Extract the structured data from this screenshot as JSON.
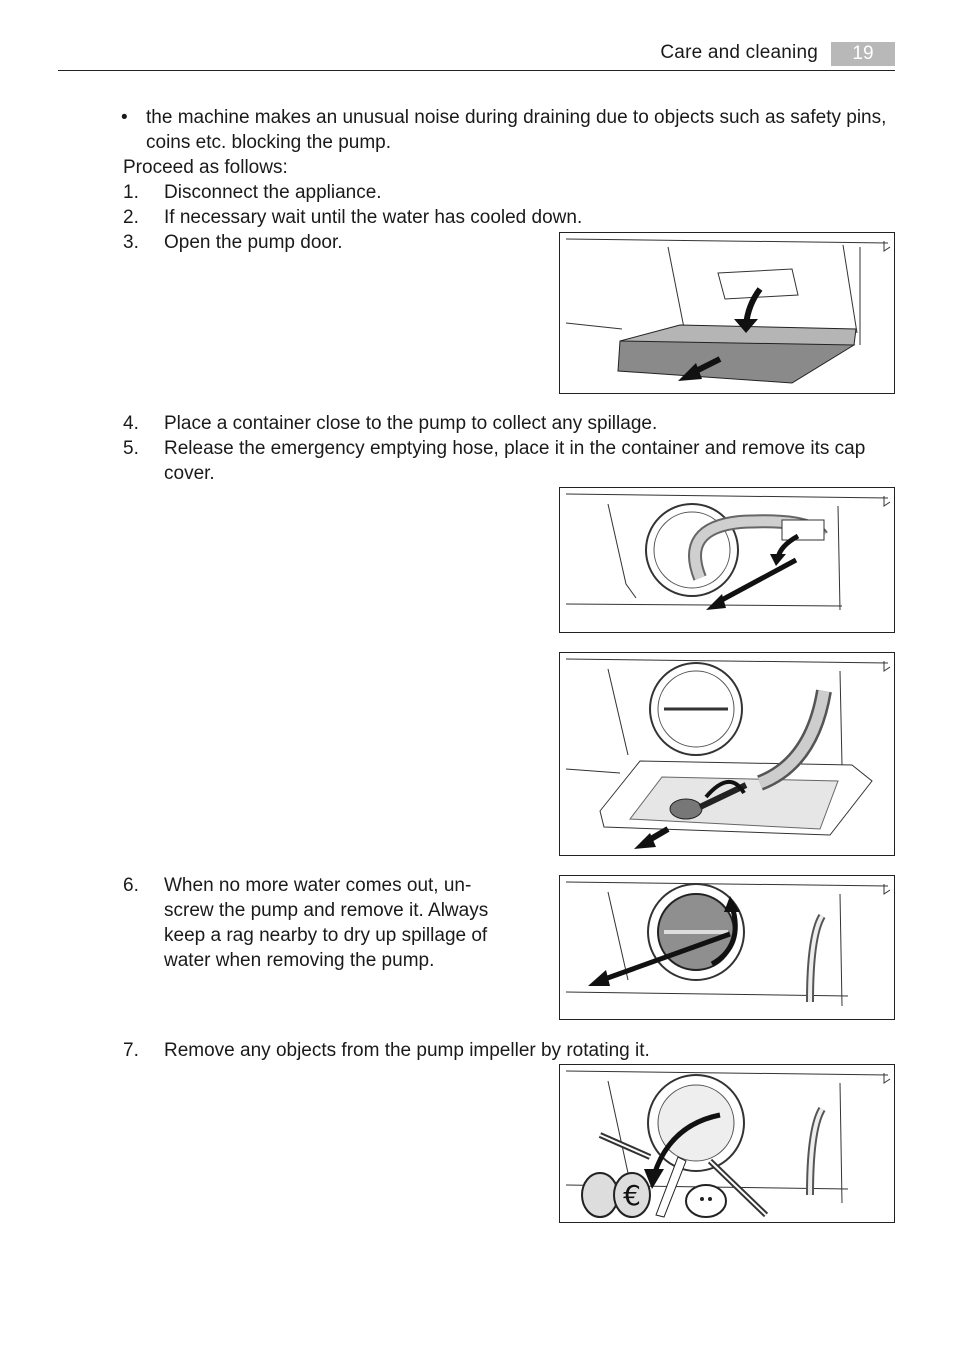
{
  "header": {
    "section_title": "Care and cleaning",
    "page_number": "19"
  },
  "bullet": {
    "marker": "•",
    "line1": "the machine makes an unusual noise during draining due to objects such as safety pins,",
    "line2": "coins etc. blocking the pump."
  },
  "intro": "Proceed as follows:",
  "steps": [
    {
      "num": "1.",
      "lines": [
        "Disconnect the appliance."
      ]
    },
    {
      "num": "2.",
      "lines": [
        "If necessary wait until the water has cooled down."
      ]
    },
    {
      "num": "3.",
      "lines": [
        "Open the pump door."
      ]
    },
    {
      "num": "4.",
      "lines": [
        "Place a container close to the pump to collect any spillage."
      ]
    },
    {
      "num": "5.",
      "lines": [
        "Release the emergency emptying hose, place it in the container and remove its cap",
        "cover."
      ]
    },
    {
      "num": "6.",
      "lines": [
        "When no more water comes out, un-",
        "screw the pump and remove it. Always",
        "keep a rag nearby to dry up spillage of",
        "water when removing the pump."
      ]
    },
    {
      "num": "7.",
      "lines": [
        "Remove any objects from the pump impeller by rotating it."
      ]
    }
  ],
  "illustrations": {
    "euro_symbol": "€"
  }
}
